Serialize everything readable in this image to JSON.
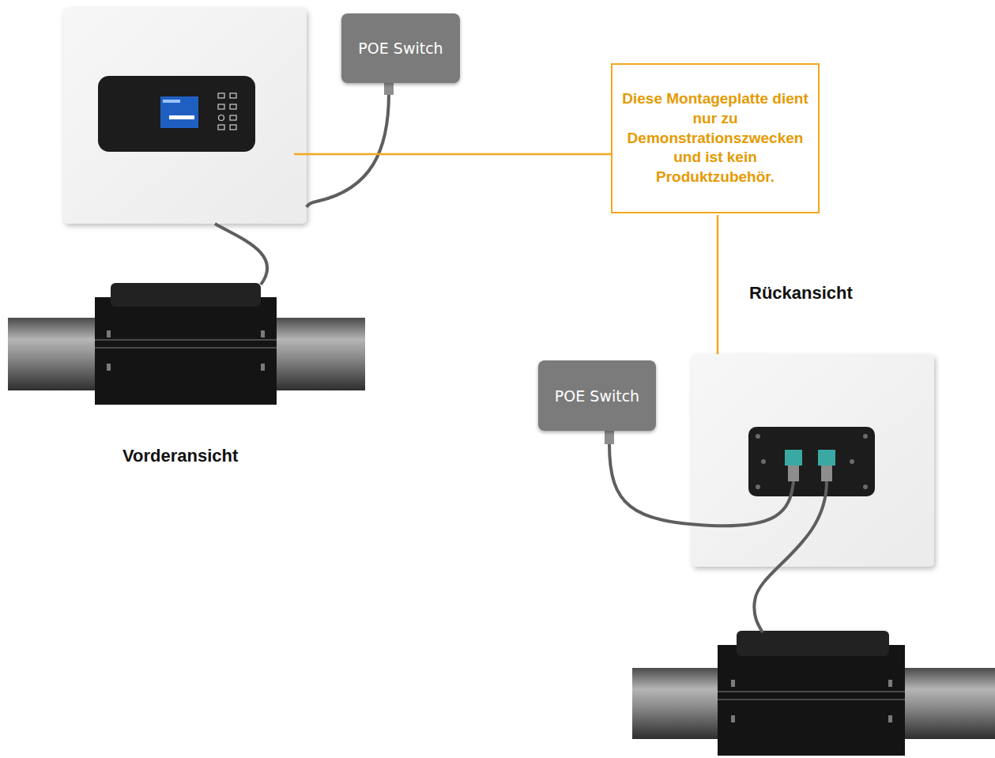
{
  "diagram": {
    "nodes": [
      {
        "text": [
          "POE Switch"
        ]
      },
      {
        "text": [
          "Diese Montageplatte dient nur zu Demonstrationszwecken und ist kein Produktzubehör."
        ]
      },
      {
        "text": [
          "POE Switch"
        ]
      }
    ],
    "labels": [
      "Rückansicht",
      "Vorderansicht"
    ]
  }
}
